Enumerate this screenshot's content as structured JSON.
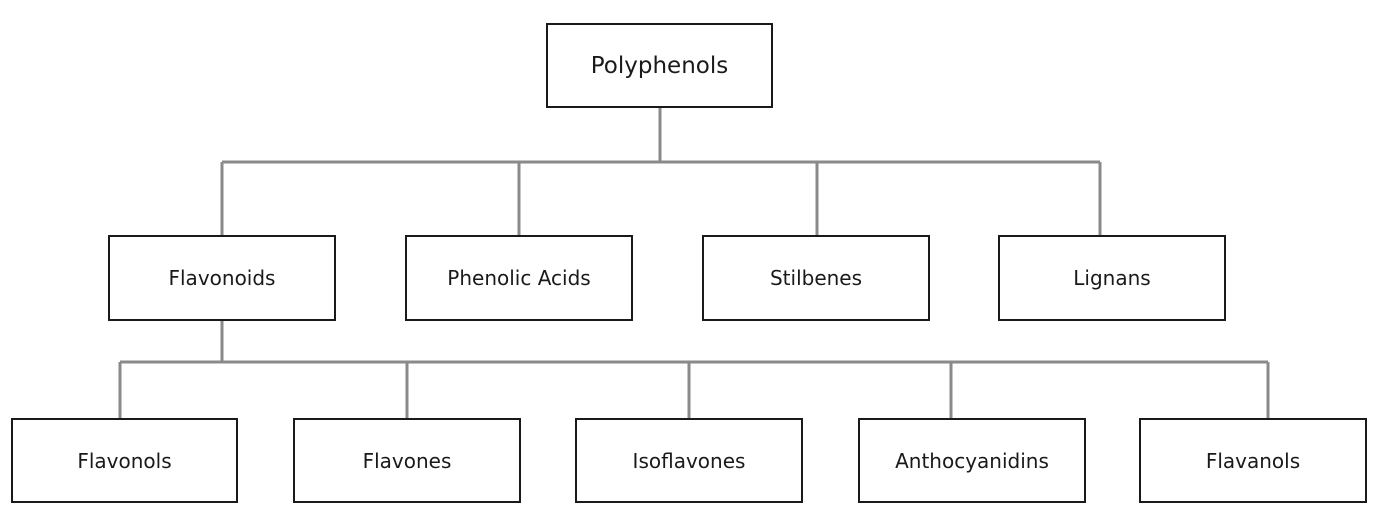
{
  "diagram": {
    "root": {
      "label": "Polyphenols"
    },
    "classes": [
      {
        "label": "Flavonoids"
      },
      {
        "label": "Phenolic Acids"
      },
      {
        "label": "Stilbenes"
      },
      {
        "label": "Lignans"
      }
    ],
    "subclasses": [
      {
        "label": "Flavonols"
      },
      {
        "label": "Flavones"
      },
      {
        "label": "Isoflavones"
      },
      {
        "label": "Anthocyanidins"
      },
      {
        "label": "Flavanols"
      }
    ],
    "line_color": "#8a8a8a",
    "border_color": "#1a1a1a"
  }
}
